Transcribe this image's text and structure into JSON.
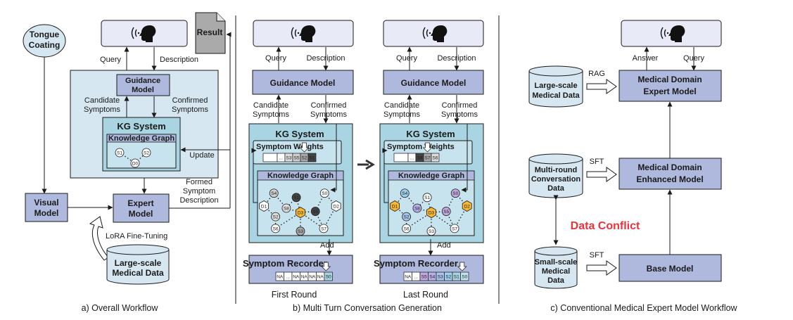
{
  "captions": {
    "a": "a) Overall Workflow",
    "b": "b) Multi Turn Conversation Generation",
    "c": "c) Conventional Medical Expert Model Workflow"
  },
  "panel_a": {
    "tongue": [
      "Tongue",
      "Coating"
    ],
    "result": "Result",
    "query": "Query",
    "description": "Description",
    "guidance": [
      "Guidance",
      "Model"
    ],
    "candidate": [
      "Candidate",
      "Symptoms"
    ],
    "confirmed": [
      "Confirmed",
      "Symptoms"
    ],
    "kg_system": "KG System",
    "knowledge_graph": "Knowledge Graph",
    "update": "Update",
    "formed": [
      "Formed",
      "Symptom",
      "Description"
    ],
    "visual": [
      "Visual",
      "Model"
    ],
    "expert": [
      "Expert",
      "Model"
    ],
    "lora": "LoRA Fine-Tuning",
    "data": [
      "Large-scale",
      "Medical Data"
    ]
  },
  "panel_b": {
    "query": "Query",
    "description": "Description",
    "guidance": "Guidance Model",
    "candidate": [
      "Candidate",
      "Symptoms"
    ],
    "confirmed": [
      "Confirmed",
      "Symptoms"
    ],
    "kg_system": "KG System",
    "weights": "Symptom Weights",
    "knowledge_graph": "Knowledge Graph",
    "add": "Add",
    "recorder": "Symptom Recorder",
    "first_round": "First Round",
    "last_round": "Last Round",
    "weights_first": [
      "...",
      "S3",
      "S5",
      "S2",
      "S1"
    ],
    "weights_last": [
      "...",
      "S8",
      "S7",
      "S6"
    ],
    "recorder_first": [
      "NA",
      "...",
      "NA",
      "NA",
      "NA",
      "NA",
      "S0"
    ],
    "recorder_last": [
      "NA",
      "...",
      "S5",
      "S4",
      "S3",
      "S2",
      "S1",
      "S0"
    ],
    "nodes": [
      "S4",
      "S1",
      "S0",
      "D1",
      "D3",
      "D2",
      "S6",
      "S3",
      "S7",
      "S2",
      "S5",
      "S8"
    ]
  },
  "panel_c": {
    "answer": "Answer",
    "query": "Query",
    "data_large": [
      "Large-scale",
      "Medical Data"
    ],
    "rag": "RAG",
    "expert": [
      "Medical Domain",
      "Expert Model"
    ],
    "data_multi": [
      "Multi-round",
      "Conversation",
      "Data"
    ],
    "sft1": "SFT",
    "enhanced": [
      "Medical Domain",
      "Enhanced Model"
    ],
    "conflict": "Data Conflict",
    "conflict_color": "#e8323c",
    "data_small": [
      "Small-scale",
      "Medical",
      "Data"
    ],
    "sft2": "SFT",
    "base": "Base Model"
  }
}
